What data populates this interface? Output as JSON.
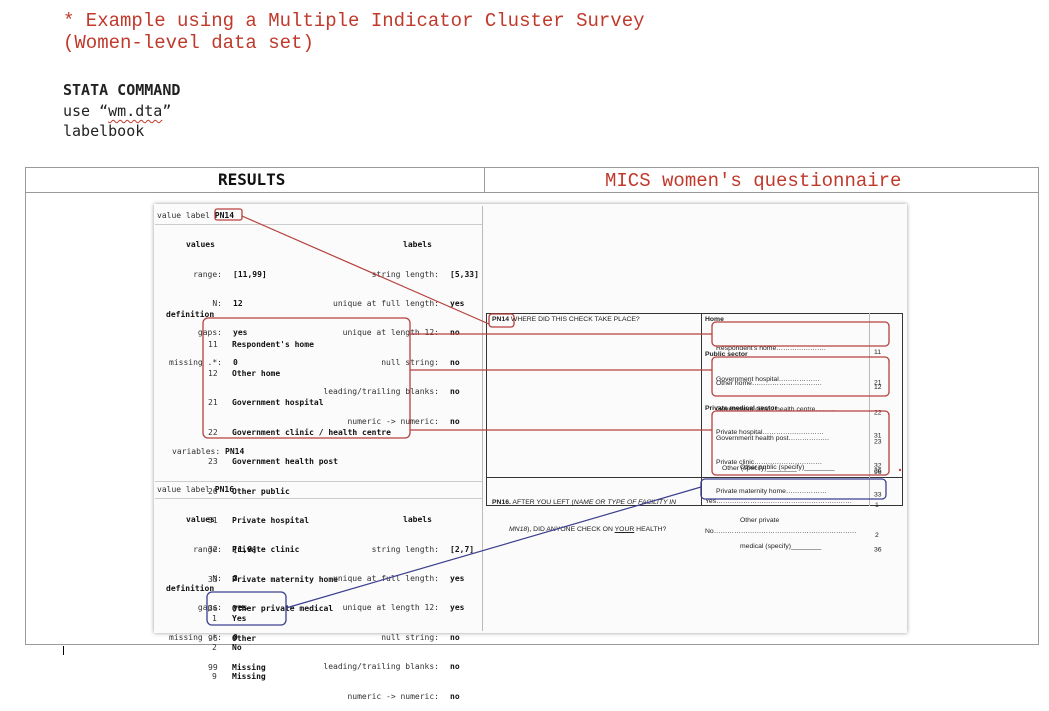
{
  "header": {
    "comment_line1": "* Example using a Multiple Indicator Cluster Survey",
    "comment_line2": "(Women-level data set)"
  },
  "command": {
    "heading": "STATA COMMAND",
    "line1_prefix": "use “",
    "line1_file": "wm.dta",
    "line1_suffix": "”",
    "line2": "labelbook"
  },
  "table": {
    "col1_header": "RESULTS",
    "col2_header": "MICS women's questionnaire"
  },
  "stata_pn14": {
    "title_prefix": "value label ",
    "title_name": "PN14",
    "values_heading": "values",
    "labels_heading": "labels",
    "range_label": "range:",
    "range_value": "[11,99]",
    "n_label": "N:",
    "n_value": "12",
    "gaps_label": "gaps:",
    "gaps_value": "yes",
    "missing_label": "missing .*:",
    "missing_value": "0",
    "string_length_label": "string length:",
    "string_length_value": "[5,33]",
    "unique_full_label": "unique at full length:",
    "unique_full_value": "yes",
    "unique_12_label": "unique at length 12:",
    "unique_12_value": "no",
    "null_string_label": "null string:",
    "null_string_value": "no",
    "leading_label": "leading/trailing blanks:",
    "leading_value": "no",
    "numeric_label": "numeric -> numeric:",
    "numeric_value": "no",
    "definition_heading": "definition",
    "definitions": [
      {
        "code": "11",
        "label": "Respondent's home"
      },
      {
        "code": "12",
        "label": "Other home"
      },
      {
        "code": "21",
        "label": "Government hospital"
      },
      {
        "code": "22",
        "label": "Government clinic / health centre"
      },
      {
        "code": "23",
        "label": "Government health post"
      },
      {
        "code": "26",
        "label": "Other public"
      },
      {
        "code": "31",
        "label": "Private hospital"
      },
      {
        "code": "32",
        "label": "Private clinic"
      },
      {
        "code": "33",
        "label": "Private maternity home"
      },
      {
        "code": "36",
        "label": "Other private medical"
      },
      {
        "code": "96",
        "label": "Other"
      },
      {
        "code": "99",
        "label": "Missing"
      }
    ],
    "variables_label": "variables:",
    "variables_value": "PN14"
  },
  "stata_pn16": {
    "title_prefix": "value label ",
    "title_name": "PN16",
    "values_heading": "values",
    "labels_heading": "labels",
    "range_label": "range:",
    "range_value": "[1,9]",
    "n_label": "N:",
    "n_value": "3",
    "gaps_label": "gaps:",
    "gaps_value": "yes",
    "missing_label": "missing .*:",
    "missing_value": "0",
    "string_length_label": "string length:",
    "string_length_value": "[2,7]",
    "unique_full_label": "unique at full length:",
    "unique_full_value": "yes",
    "unique_12_label": "unique at length 12:",
    "unique_12_value": "yes",
    "null_string_label": "null string:",
    "null_string_value": "no",
    "leading_label": "leading/trailing blanks:",
    "leading_value": "no",
    "numeric_label": "numeric -> numeric:",
    "numeric_value": "no",
    "definition_heading": "definition",
    "definitions": [
      {
        "code": "1",
        "label": "Yes"
      },
      {
        "code": "2",
        "label": "No"
      },
      {
        "code": "9",
        "label": "Missing"
      }
    ]
  },
  "questionnaire": {
    "pn14_id": "PN14",
    "pn14_question": "WHERE DID THIS CHECK TAKE PLACE?",
    "home_heading": "Home",
    "home_items": [
      {
        "label": "Respondent's home………………….",
        "code": "11"
      },
      {
        "label": "Other home………………………….",
        "code": "12"
      }
    ],
    "public_heading": "Public sector",
    "public_items": [
      {
        "label": "Government hospital………………",
        "code": "21"
      },
      {
        "label": "Government clinic / health centre………",
        "code": "22"
      },
      {
        "label": "Government health post………………",
        "code": "23"
      },
      {
        "label": "Other public (specify)________",
        "code": "26"
      }
    ],
    "private_heading": "Private medical sector",
    "private_items": [
      {
        "label": "Private hospital………………………",
        "code": "31"
      },
      {
        "label": "Private clinic…………………………",
        "code": "32"
      },
      {
        "label": "Private maternity home………………",
        "code": "33"
      }
    ],
    "other_private_line1": "Other private",
    "other_private_line2": "medical (specify)________",
    "other_private_code": "36",
    "other_label": "Other (specify)________",
    "other_code": "96",
    "pn16_id": "PN16.",
    "pn16_question_a": "AFTER YOU LEFT (",
    "pn16_question_name": "NAME OR TYPE OF FACILITY IN",
    "pn16_question_b": "MN18",
    "pn16_question_c": "), DID ANYONE CHECK ON ",
    "pn16_question_your": "YOUR",
    "pn16_question_d": " HEALTH?",
    "yes_label": "Yes……………………………………………………",
    "yes_code": "1",
    "no_label": "No………………………………………………………",
    "no_code": "2"
  },
  "colors": {
    "red_link": "#b5403d",
    "blue_link": "#3c3f8f",
    "comment_red": "#c0392b"
  }
}
